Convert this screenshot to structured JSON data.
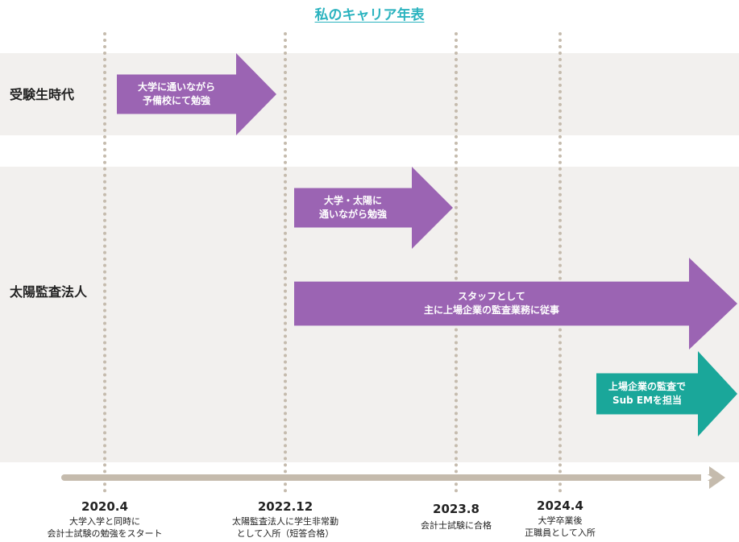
{
  "title": "私のキャリア年表",
  "rows": [
    {
      "label": "受験生時代"
    },
    {
      "label": "太陽監査法人"
    }
  ],
  "periods": [
    {
      "text": "大学に通いながら\n予備校にて勉強",
      "color": "#9b64b3"
    },
    {
      "text": "大学・太陽に\n通いながら勉強",
      "color": "#9b64b3"
    },
    {
      "text": "スタッフとして\n主に上場企業の監査業務に従事",
      "color": "#9b64b3"
    },
    {
      "text": "上場企業の監査で\nSub EMを担当",
      "color": "#1aa79a"
    }
  ],
  "milestones": [
    {
      "date": "2020.4",
      "caption": "大学入学と同時に\n会計士試験の勉強をスタート"
    },
    {
      "date": "2022.12",
      "caption": "太陽監査法人に学生非常勤\nとして入所（短答合格）"
    },
    {
      "date": "2023.8",
      "caption": "会計士試験に合格"
    },
    {
      "date": "2024.4",
      "caption": "大学卒業後\n正職員として入所"
    }
  ],
  "colors": {
    "accent": "#2bb3bf",
    "purple": "#9b64b3",
    "teal": "#1aa79a",
    "band": "#f2f0ee",
    "axis": "#c5bbad"
  }
}
